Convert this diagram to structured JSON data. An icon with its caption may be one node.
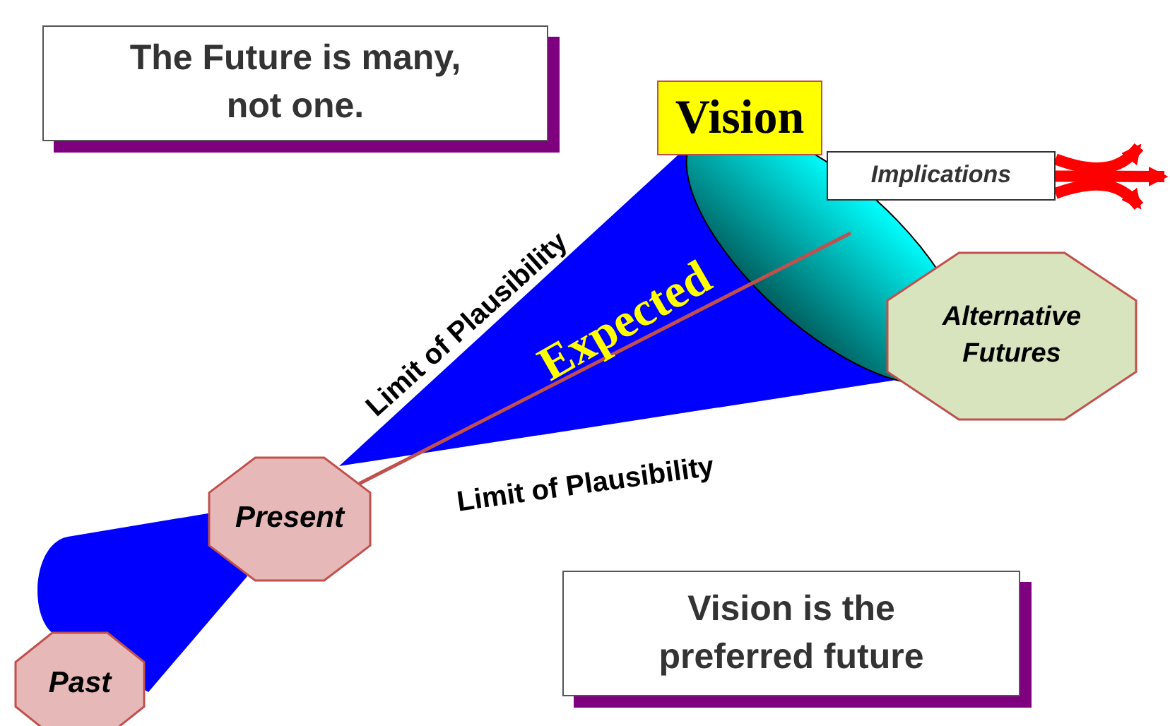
{
  "diagram": {
    "nodes": [
      {
        "text": [
          "The Future is many, not one."
        ]
      },
      {
        "text": [
          "Vision"
        ]
      },
      {
        "text": [
          "Implications"
        ]
      },
      {
        "text": [
          "Alternative Futures"
        ]
      },
      {
        "text": [
          "Present"
        ]
      },
      {
        "text": [
          "Past"
        ]
      },
      {
        "text": [
          "Vision is the preferred future"
        ]
      }
    ],
    "edges": [
      {
        "from": 2,
        "to": null,
        "arrow": "to",
        "color": "#ff0000"
      },
      {
        "from": 2,
        "to": null,
        "arrow": "to",
        "color": "#ff0000"
      },
      {
        "from": 2,
        "to": null,
        "arrow": "to",
        "color": "#ff0000"
      },
      {
        "from": 4,
        "to": null,
        "arrow": "none",
        "color": "#c0504d"
      }
    ],
    "labels": [
      "Limit of Plausibility",
      "Expected",
      "Limit of Plausibility"
    ]
  }
}
